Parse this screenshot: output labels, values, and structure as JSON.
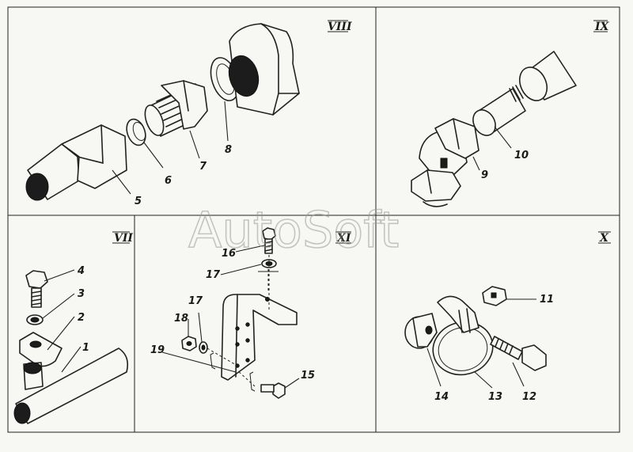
{
  "watermark": "AutoSoft",
  "sections": {
    "VIII": {
      "label": "VIII",
      "parts": [
        "5",
        "6",
        "7",
        "8"
      ]
    },
    "IX": {
      "label": "IX",
      "parts": [
        "9",
        "10"
      ]
    },
    "VII": {
      "label": "VII",
      "parts": [
        "1",
        "2",
        "3",
        "4"
      ]
    },
    "XI": {
      "label": "XI",
      "parts": [
        "15",
        "16",
        "17",
        "17",
        "18",
        "19"
      ]
    },
    "X": {
      "label": "X",
      "parts": [
        "11",
        "12",
        "13",
        "14"
      ]
    }
  }
}
